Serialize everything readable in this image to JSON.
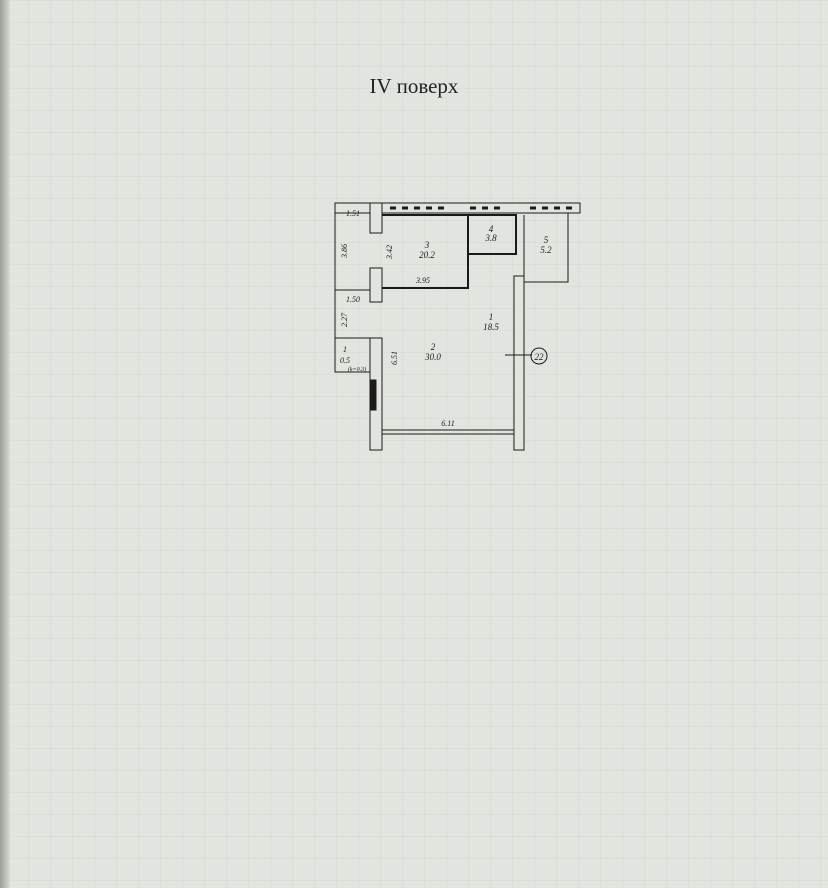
{
  "title": "IV поверх",
  "plan": {
    "axis_marker": "22",
    "rooms": [
      {
        "number": "1",
        "area": "18.5"
      },
      {
        "number": "2",
        "area": "30.0"
      },
      {
        "number": "3",
        "area": "20.2"
      },
      {
        "number": "4",
        "area": "3.8"
      },
      {
        "number": "5",
        "area": "5.2"
      },
      {
        "number": "1",
        "area": "0.5",
        "note": "(k=0.3)"
      }
    ],
    "dimensions": {
      "d_151": "1.51",
      "d_386": "3.86",
      "d_342": "3.42",
      "d_395": "3.95",
      "d_150": "1.50",
      "d_227": "2.27",
      "d_651": "6.51",
      "d_611": "6.11"
    }
  }
}
